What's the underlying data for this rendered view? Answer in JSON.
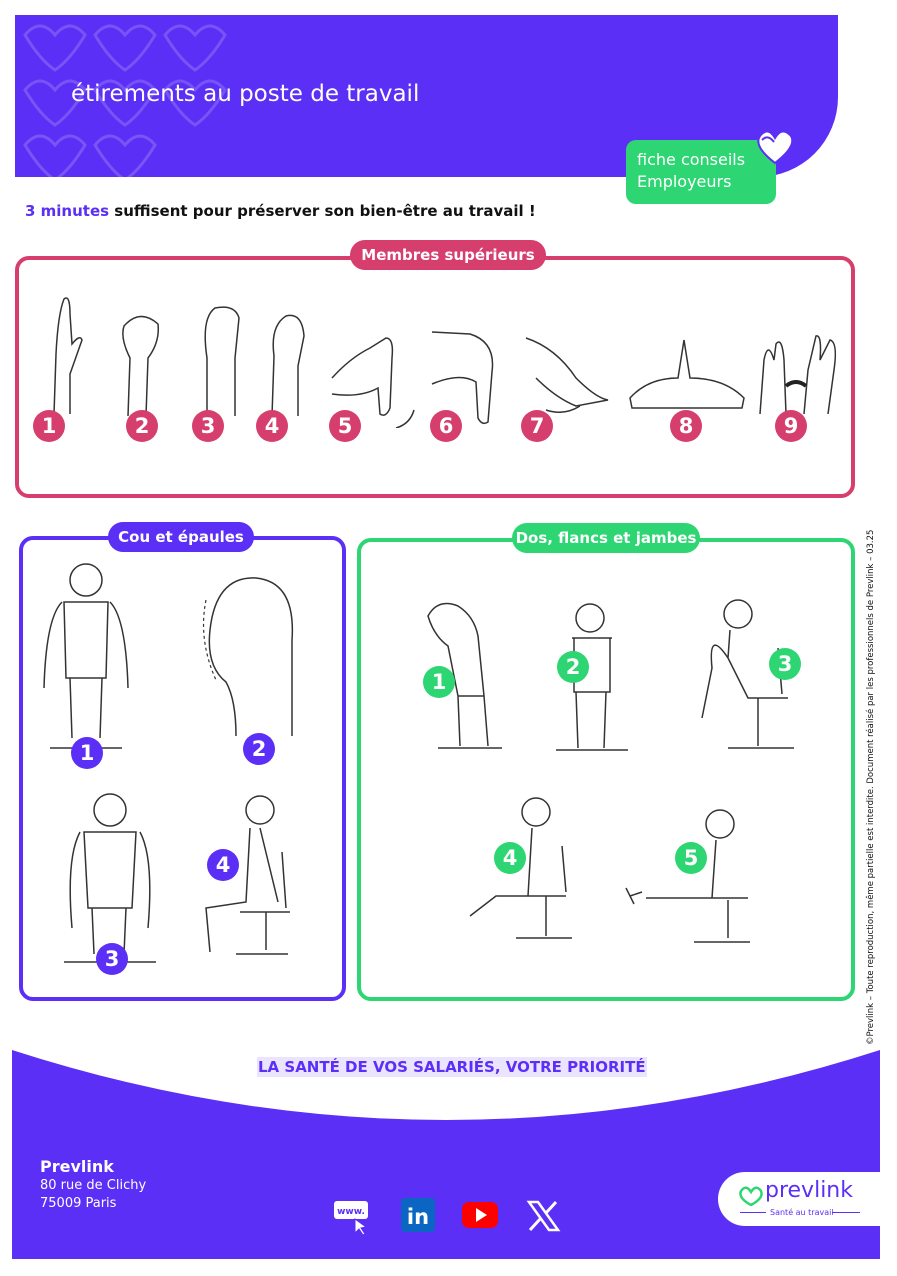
{
  "header": {
    "title": "étirements au poste de travail",
    "badge_line1": "fiche conseils",
    "badge_line2": "Employeurs"
  },
  "intro": {
    "accent": "3 minutes",
    "rest": " suffisent pour préserver son bien-être au travail !"
  },
  "sections": {
    "upper": {
      "title": "Membres supérieurs",
      "numbers": [
        "1",
        "2",
        "3",
        "4",
        "5",
        "6",
        "7",
        "8",
        "9"
      ]
    },
    "neck": {
      "title": "Cou et épaules",
      "numbers": [
        "1",
        "2",
        "3",
        "4"
      ]
    },
    "back": {
      "title": "Dos, flancs et jambes",
      "numbers": [
        "1",
        "2",
        "3",
        "4",
        "5"
      ]
    }
  },
  "side_note": "©Prevlink – Toute reproduction, même partielle est interdite. Document réalisé par les professionnels de Prevlink – 03.25",
  "footer": {
    "slogan": "LA SANTÉ DE VOS SALARIÉS, VOTRE PRIORITÉ",
    "company": "Prevlink",
    "address1": "80 rue de Clichy",
    "address2": "75009 Paris",
    "social_icons": [
      "www-icon",
      "linkedin-icon",
      "youtube-icon",
      "x-icon"
    ],
    "www_label": "www.",
    "linkedin_label": "in",
    "logo_text": "prevlink",
    "logo_sub": "Santé au travail"
  },
  "colors": {
    "violet": "#5b2ff5",
    "pink": "#d63e6e",
    "green": "#2ed573"
  }
}
